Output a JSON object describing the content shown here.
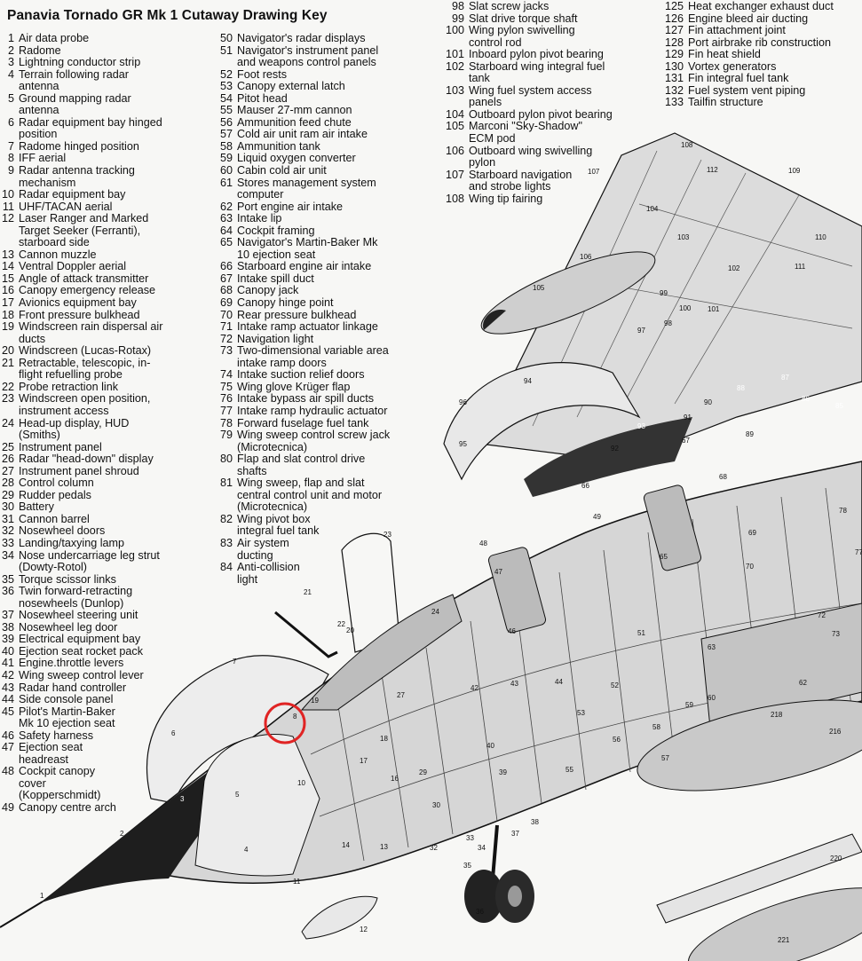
{
  "title": "Panavia Tornado GR Mk 1 Cutaway Drawing Key",
  "key_columns": [
    [
      {
        "num": "1",
        "label": "Air data probe"
      },
      {
        "num": "2",
        "label": "Radome"
      },
      {
        "num": "3",
        "label": "Lightning conductor strip"
      },
      {
        "num": "4",
        "label": "Terrain following radar\nantenna"
      },
      {
        "num": "5",
        "label": "Ground mapping radar\nantenna"
      },
      {
        "num": "6",
        "label": "Radar equipment bay hinged\nposition"
      },
      {
        "num": "7",
        "label": "Radome hinged position"
      },
      {
        "num": "8",
        "label": "IFF aerial"
      },
      {
        "num": "9",
        "label": "Radar antenna tracking\nmechanism"
      },
      {
        "num": "10",
        "label": "Radar equipment bay"
      },
      {
        "num": "11",
        "label": "UHF/TACAN aerial"
      },
      {
        "num": "12",
        "label": "Laser Ranger and Marked\nTarget Seeker (Ferranti),\nstarboard side"
      },
      {
        "num": "13",
        "label": "Cannon muzzle"
      },
      {
        "num": "14",
        "label": "Ventral Doppler aerial"
      },
      {
        "num": "15",
        "label": "Angle of attack transmitter"
      },
      {
        "num": "16",
        "label": "Canopy emergency release"
      },
      {
        "num": "17",
        "label": "Avionics equipment bay"
      },
      {
        "num": "18",
        "label": "Front pressure bulkhead"
      },
      {
        "num": "19",
        "label": "Windscreen rain dispersal air\nducts"
      },
      {
        "num": "20",
        "label": "Windscreen (Lucas-Rotax)"
      },
      {
        "num": "21",
        "label": "Retractable, telescopic, in-\nflight refuelling probe"
      },
      {
        "num": "22",
        "label": "Probe retraction link"
      },
      {
        "num": "23",
        "label": "Windscreen open position,\ninstrument access"
      },
      {
        "num": "24",
        "label": "Head-up display, HUD\n(Smiths)"
      },
      {
        "num": "25",
        "label": "Instrument panel"
      },
      {
        "num": "26",
        "label": "Radar \"head-down\" display"
      },
      {
        "num": "27",
        "label": "Instrument panel shroud"
      },
      {
        "num": "28",
        "label": "Control column"
      },
      {
        "num": "29",
        "label": "Rudder pedals"
      },
      {
        "num": "30",
        "label": "Battery"
      },
      {
        "num": "31",
        "label": "Cannon barrel"
      },
      {
        "num": "32",
        "label": "Nosewheel doors"
      },
      {
        "num": "33",
        "label": "Landing/taxying lamp"
      },
      {
        "num": "34",
        "label": "Nose undercarriage leg strut\n(Dowty-Rotol)"
      },
      {
        "num": "35",
        "label": "Torque scissor links"
      },
      {
        "num": "36",
        "label": "Twin forward-retracting\nnosewheels (Dunlop)"
      },
      {
        "num": "37",
        "label": "Nosewheel steering unit"
      },
      {
        "num": "38",
        "label": "Nosewheel leg door"
      },
      {
        "num": "39",
        "label": "Electrical equipment bay"
      },
      {
        "num": "40",
        "label": "Ejection seat rocket pack"
      },
      {
        "num": "41",
        "label": "Engine.throttle levers"
      },
      {
        "num": "42",
        "label": "Wing sweep control lever"
      },
      {
        "num": "43",
        "label": "Radar hand controller"
      },
      {
        "num": "44",
        "label": "Side console panel"
      },
      {
        "num": "45",
        "label": "Pilot's Martin-Baker\nMk 10 ejection seat"
      },
      {
        "num": "46",
        "label": "Safety harness"
      },
      {
        "num": "47",
        "label": "Ejection seat\nheadreast"
      },
      {
        "num": "48",
        "label": "Cockpit canopy\ncover\n(Kopperschmidt)"
      },
      {
        "num": "49",
        "label": "Canopy centre arch"
      }
    ],
    [
      {
        "num": "50",
        "label": "Navigator's radar displays"
      },
      {
        "num": "51",
        "label": "Navigator's instrument panel\nand weapons control panels"
      },
      {
        "num": "52",
        "label": "Foot rests"
      },
      {
        "num": "53",
        "label": "Canopy external latch"
      },
      {
        "num": "54",
        "label": "Pitot head"
      },
      {
        "num": "55",
        "label": "Mauser 27-mm cannon"
      },
      {
        "num": "56",
        "label": "Ammunition feed chute"
      },
      {
        "num": "57",
        "label": "Cold air unit ram air intake"
      },
      {
        "num": "58",
        "label": "Ammunition tank"
      },
      {
        "num": "59",
        "label": "Liquid oxygen converter"
      },
      {
        "num": "60",
        "label": "Cabin cold air unit"
      },
      {
        "num": "61",
        "label": "Stores management system\ncomputer"
      },
      {
        "num": "62",
        "label": "Port engine air intake"
      },
      {
        "num": "63",
        "label": "Intake lip"
      },
      {
        "num": "64",
        "label": "Cockpit framing"
      },
      {
        "num": "65",
        "label": "Navigator's Martin-Baker Mk\n10 ejection seat"
      },
      {
        "num": "66",
        "label": "Starboard engine air intake"
      },
      {
        "num": "67",
        "label": "Intake spill duct"
      },
      {
        "num": "68",
        "label": "Canopy jack"
      },
      {
        "num": "69",
        "label": "Canopy hinge point"
      },
      {
        "num": "70",
        "label": "Rear pressure bulkhead"
      },
      {
        "num": "71",
        "label": "Intake ramp actuator linkage"
      },
      {
        "num": "72",
        "label": "Navigation light"
      },
      {
        "num": "73",
        "label": "Two-dimensional variable area\nintake ramp doors"
      },
      {
        "num": "74",
        "label": "Intake suction relief doors"
      },
      {
        "num": "75",
        "label": "Wing glove Krüger flap"
      },
      {
        "num": "76",
        "label": "Intake bypass air spill ducts"
      },
      {
        "num": "77",
        "label": "Intake ramp hydraulic actuator"
      },
      {
        "num": "78",
        "label": "Forward fuselage fuel tank"
      },
      {
        "num": "79",
        "label": "Wing sweep control screw jack\n(Microtecnica)"
      },
      {
        "num": "80",
        "label": "Flap and slat control drive\nshafts"
      },
      {
        "num": "81",
        "label": "Wing sweep, flap and slat\ncentral control unit and motor\n(Microtecnica)"
      },
      {
        "num": "82",
        "label": "Wing pivot box\nintegral fuel tank"
      },
      {
        "num": "83",
        "label": "Air system\nducting"
      },
      {
        "num": "84",
        "label": "Anti-collision\nlight"
      }
    ],
    [
      {
        "num": "98",
        "label": "Slat screw jacks"
      },
      {
        "num": "99",
        "label": "Slat drive torque shaft"
      },
      {
        "num": "100",
        "label": "Wing pylon swivelling\ncontrol rod"
      },
      {
        "num": "101",
        "label": "Inboard pylon pivot bearing"
      },
      {
        "num": "102",
        "label": "Starboard wing integral fuel\ntank"
      },
      {
        "num": "103",
        "label": "Wing fuel system access\npanels"
      },
      {
        "num": "104",
        "label": "Outboard pylon pivot bearing"
      },
      {
        "num": "105",
        "label": "Marconi \"Sky-Shadow\"\nECM pod"
      },
      {
        "num": "106",
        "label": "Outboard wing swivelling\npylon"
      },
      {
        "num": "107",
        "label": "Starboard navigation\nand strobe lights"
      },
      {
        "num": "108",
        "label": "Wing tip fairing"
      }
    ],
    [
      {
        "num": "125",
        "label": "Heat exchanger exhaust duct"
      },
      {
        "num": "126",
        "label": "Engine bleed air ducting"
      },
      {
        "num": "127",
        "label": "Fin attachment joint"
      },
      {
        "num": "128",
        "label": "Port airbrake rib construction"
      },
      {
        "num": "129",
        "label": "Fin heat shield"
      },
      {
        "num": "130",
        "label": "Vortex generators"
      },
      {
        "num": "131",
        "label": "Fin integral fuel tank"
      },
      {
        "num": "132",
        "label": "Fuel system vent piping"
      },
      {
        "num": "133",
        "label": "Tailfin structure"
      }
    ]
  ],
  "callouts": [
    "1",
    "2",
    "3",
    "4",
    "5",
    "6",
    "7",
    "8",
    "10",
    "11",
    "12",
    "13",
    "14",
    "16",
    "17",
    "18",
    "19",
    "20",
    "21",
    "22",
    "23",
    "24",
    "27",
    "29",
    "30",
    "32",
    "33",
    "34",
    "35",
    "36",
    "37",
    "38",
    "39",
    "40",
    "42",
    "43",
    "44",
    "46",
    "47",
    "48",
    "49",
    "51",
    "52",
    "53",
    "55",
    "56",
    "57",
    "58",
    "59",
    "60",
    "62",
    "63",
    "65",
    "66",
    "67",
    "68",
    "69",
    "70",
    "72",
    "73",
    "77",
    "78",
    "85",
    "86",
    "87",
    "88",
    "89",
    "90",
    "91",
    "92",
    "93",
    "94",
    "95",
    "96",
    "97",
    "98",
    "99",
    "100",
    "101",
    "102",
    "103",
    "104",
    "105",
    "106",
    "107",
    "108",
    "109",
    "110",
    "111",
    "112",
    "216",
    "218",
    "220",
    "221"
  ],
  "colors": {
    "highlight": "#e02424",
    "ink": "#111111",
    "paper": "#f7f7f5",
    "shade": "#b8b8b8"
  }
}
